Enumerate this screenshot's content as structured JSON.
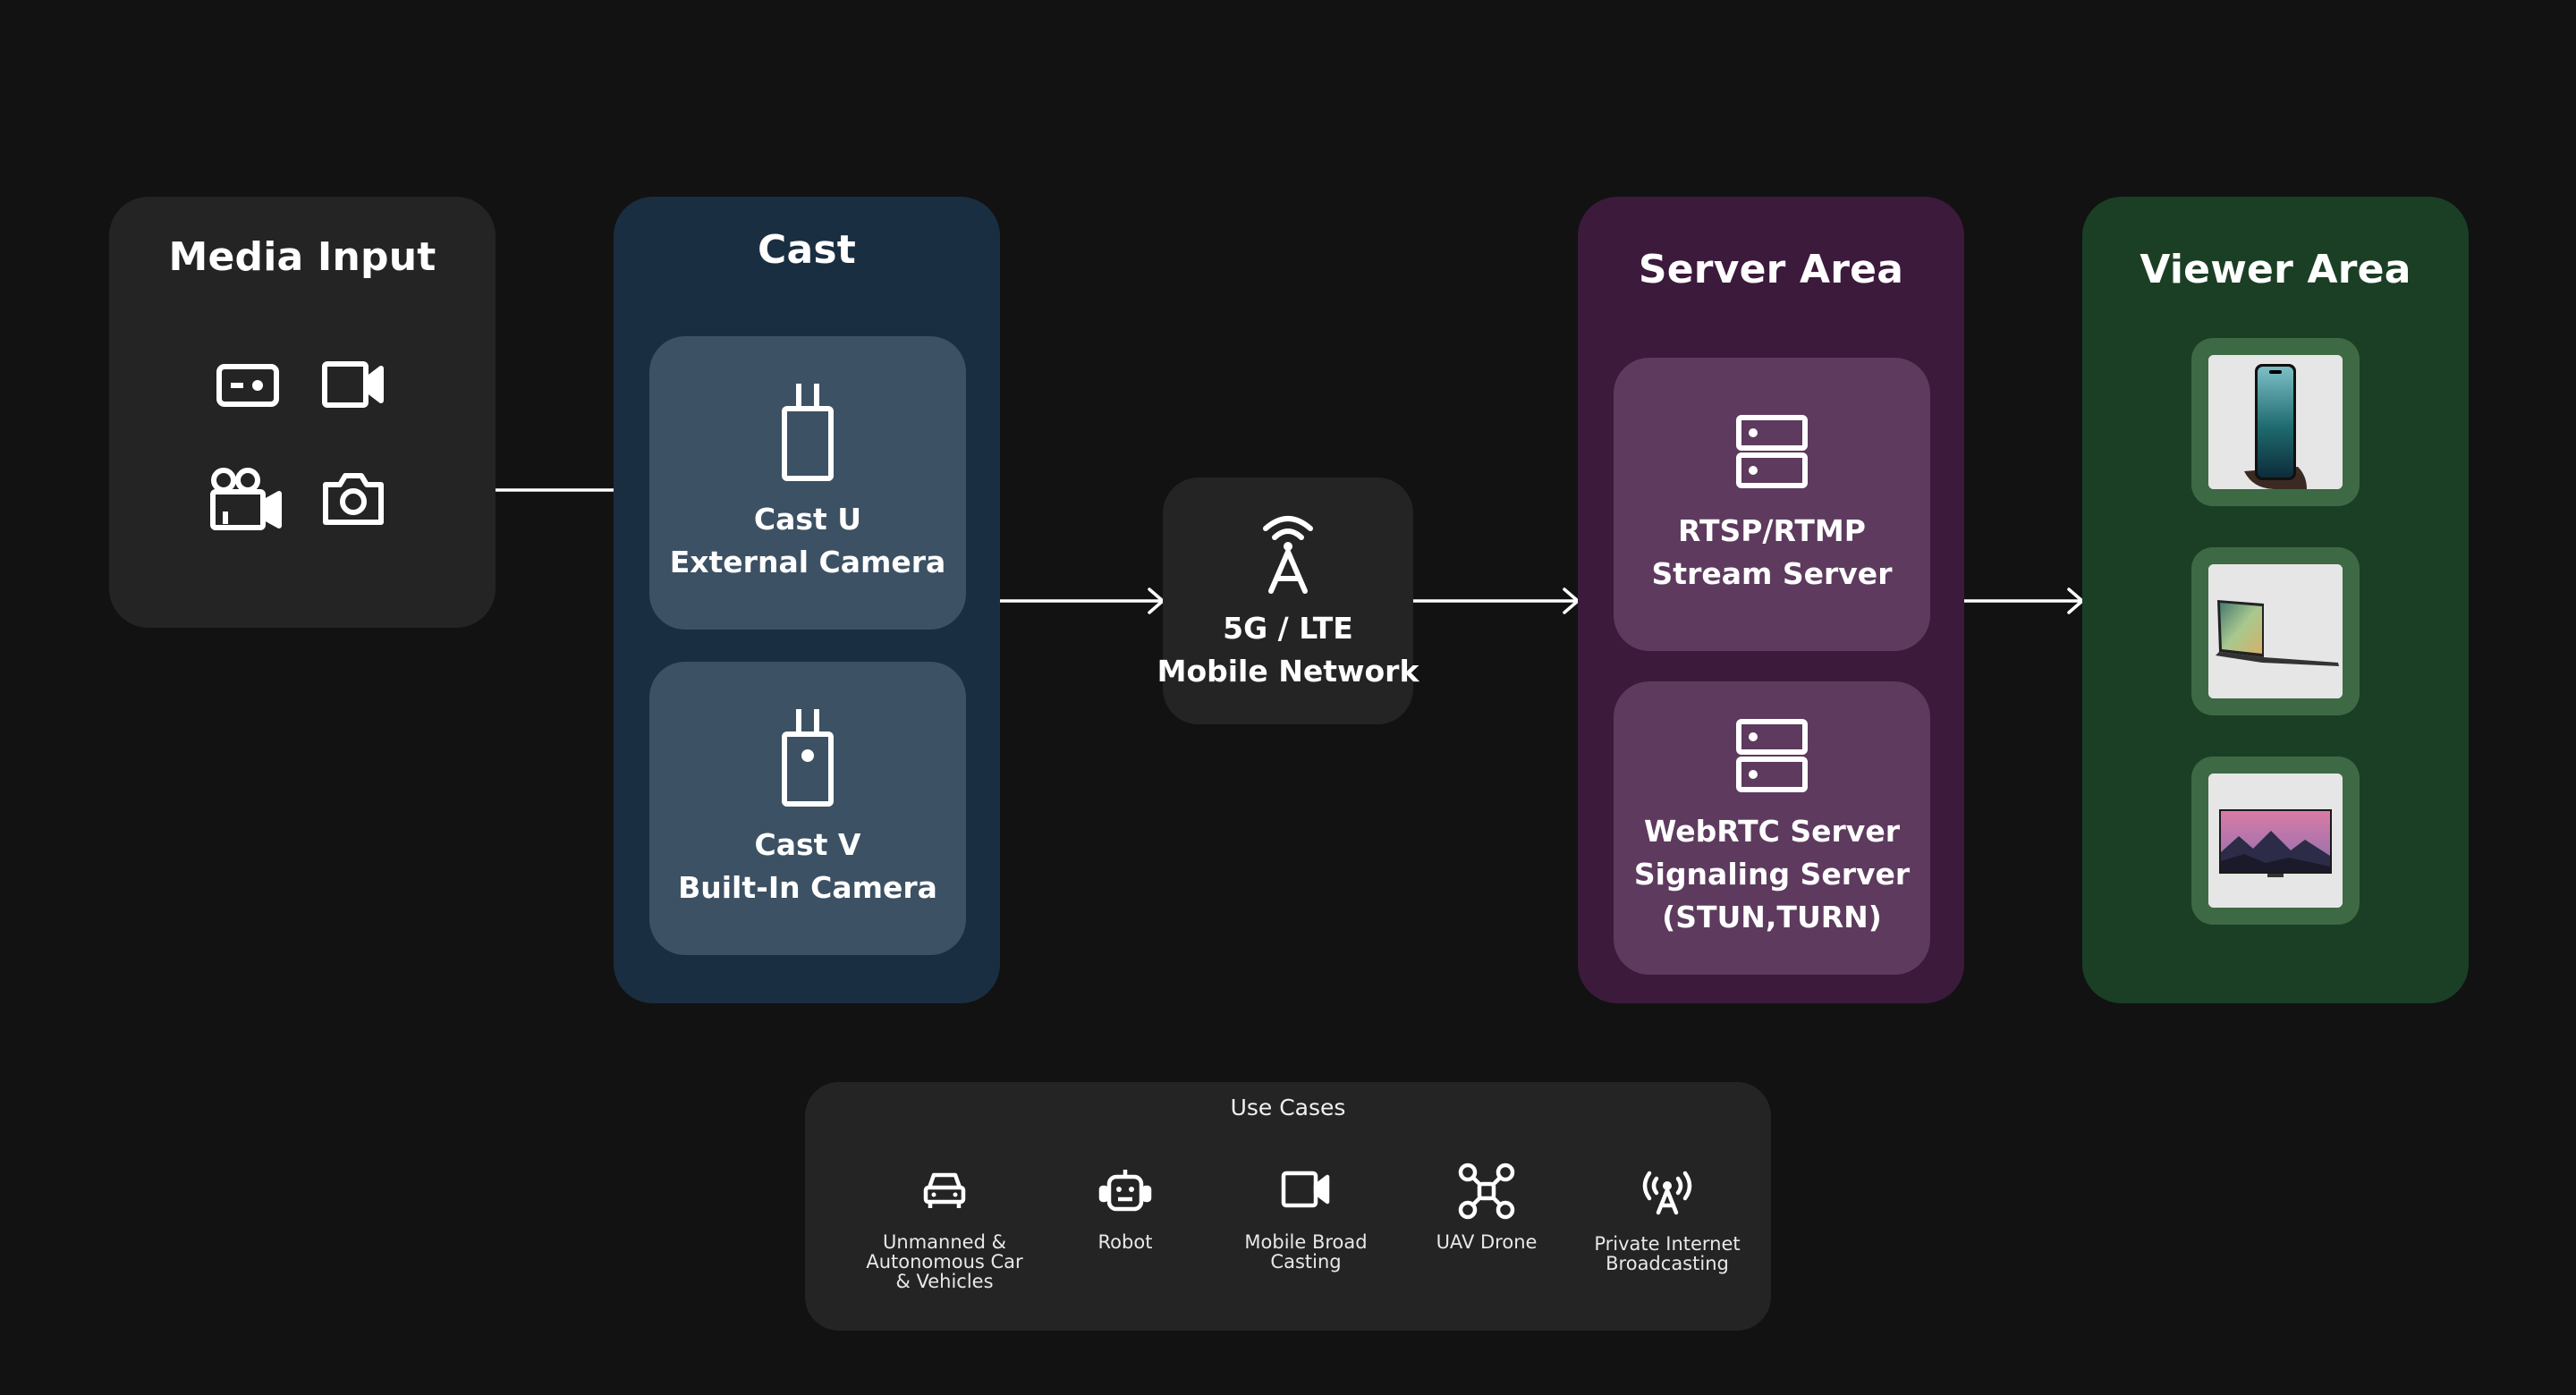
{
  "media_input": {
    "title": "Media Input",
    "icons": [
      "camera-box-icon",
      "video-camera-icon",
      "movie-camera-icon",
      "photo-camera-icon"
    ]
  },
  "cast": {
    "title": "Cast",
    "cards": [
      {
        "line1": "Cast U",
        "line2": "External Camera",
        "icon": "external-camera-device-icon"
      },
      {
        "line1": "Cast V",
        "line2": "Built-In Camera",
        "icon": "builtin-camera-device-icon"
      }
    ]
  },
  "network": {
    "line1": "5G / LTE",
    "line2": "Mobile Network",
    "icon": "cell-tower-icon"
  },
  "server_area": {
    "title": "Server Area",
    "cards": [
      {
        "lines": [
          "RTSP/RTMP",
          "Stream Server"
        ],
        "icon": "server-icon"
      },
      {
        "lines": [
          "WebRTC Server",
          "Signaling Server",
          "(STUN,TURN)"
        ],
        "icon": "server-icon"
      }
    ]
  },
  "viewer_area": {
    "title": "Viewer Area",
    "devices": [
      "smartphone",
      "laptop",
      "tv"
    ]
  },
  "use_cases": {
    "title": "Use Cases",
    "items": [
      {
        "label": "Unmanned &\nAutonomous Car\n& Vehicles",
        "icon": "car-icon"
      },
      {
        "label": "Robot",
        "icon": "robot-icon"
      },
      {
        "label": "Mobile Broad\nCasting",
        "icon": "video-camera-icon"
      },
      {
        "label": "UAV Drone",
        "icon": "drone-icon"
      },
      {
        "label": "Private Internet\nBroadcasting",
        "icon": "broadcast-antenna-icon"
      }
    ]
  },
  "colors": {
    "background": "#121212",
    "media_panel": "#242424",
    "cast_panel": "#1a2e42",
    "cast_card": "#3c5163",
    "network_box": "#242424",
    "server_panel": "#3c1a3c",
    "server_card": "#5d3a5e",
    "viewer_panel": "#1b3f25",
    "viewer_frame": "#3d6a45"
  }
}
